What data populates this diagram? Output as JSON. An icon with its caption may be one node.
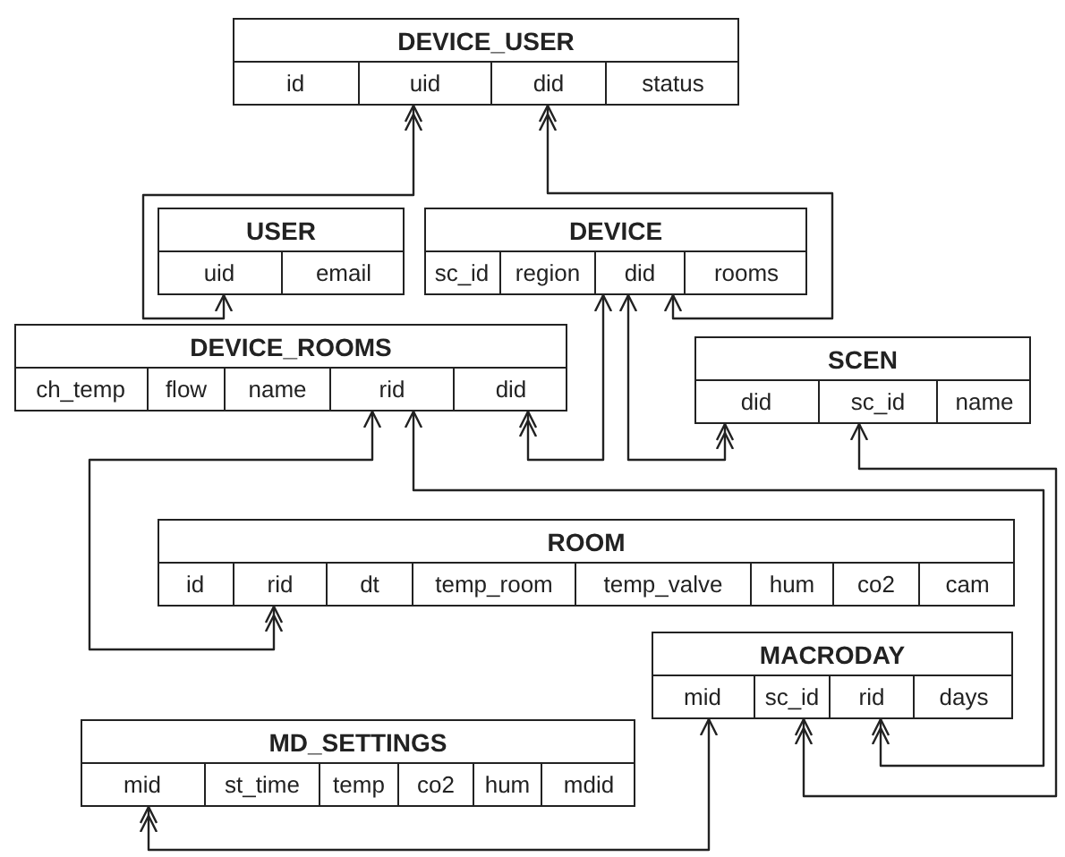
{
  "diagram": {
    "nodes": [
      {
        "text": [
          "DEVICE_USER"
        ]
      },
      {
        "text": [
          "id"
        ],
        "in": 0
      },
      {
        "text": [
          "uid"
        ],
        "in": 0
      },
      {
        "text": [
          "did"
        ],
        "in": 0
      },
      {
        "text": [
          "status"
        ],
        "in": 0
      },
      {
        "text": [
          "USER"
        ]
      },
      {
        "text": [
          "uid"
        ],
        "in": 5
      },
      {
        "text": [
          "email"
        ],
        "in": 5
      },
      {
        "text": [
          "DEVICE"
        ]
      },
      {
        "text": [
          "sc_id"
        ],
        "in": 8
      },
      {
        "text": [
          "region"
        ],
        "in": 8
      },
      {
        "text": [
          "did"
        ],
        "in": 8
      },
      {
        "text": [
          "rooms"
        ],
        "in": 8
      },
      {
        "text": [
          "DEVICE_ROOMS"
        ]
      },
      {
        "text": [
          "ch_temp"
        ],
        "in": 13
      },
      {
        "text": [
          "flow"
        ],
        "in": 13
      },
      {
        "text": [
          "name"
        ],
        "in": 13
      },
      {
        "text": [
          "rid"
        ],
        "in": 13
      },
      {
        "text": [
          "did"
        ],
        "in": 13
      },
      {
        "text": [
          "SCEN"
        ]
      },
      {
        "text": [
          "did"
        ],
        "in": 19
      },
      {
        "text": [
          "sc_id"
        ],
        "in": 19
      },
      {
        "text": [
          "name"
        ],
        "in": 19
      },
      {
        "text": [
          "ROOM"
        ]
      },
      {
        "text": [
          "id"
        ],
        "in": 23
      },
      {
        "text": [
          "rid"
        ],
        "in": 23
      },
      {
        "text": [
          "dt"
        ],
        "in": 23
      },
      {
        "text": [
          "temp_room"
        ],
        "in": 23
      },
      {
        "text": [
          "temp_valve"
        ],
        "in": 23
      },
      {
        "text": [
          "hum"
        ],
        "in": 23
      },
      {
        "text": [
          "co2"
        ],
        "in": 23
      },
      {
        "text": [
          "cam"
        ],
        "in": 23
      },
      {
        "text": [
          "MACRODAY"
        ]
      },
      {
        "text": [
          "mid"
        ],
        "in": 32
      },
      {
        "text": [
          "sc_id"
        ],
        "in": 32
      },
      {
        "text": [
          "rid"
        ],
        "in": 32
      },
      {
        "text": [
          "days"
        ],
        "in": 32
      },
      {
        "text": [
          "MD_SETTINGS"
        ]
      },
      {
        "text": [
          "mid"
        ],
        "in": 37
      },
      {
        "text": [
          "st_time"
        ],
        "in": 37
      },
      {
        "text": [
          "temp"
        ],
        "in": 37
      },
      {
        "text": [
          "co2"
        ],
        "in": 37
      },
      {
        "text": [
          "hum"
        ],
        "in": 37
      },
      {
        "text": [
          "mdid"
        ],
        "in": 37
      }
    ],
    "edges": [
      {
        "from": 6,
        "to": 2,
        "arrow": "both"
      },
      {
        "from": 11,
        "to": 3,
        "arrow": "both"
      },
      {
        "from": 11,
        "to": 18,
        "arrow": "both"
      },
      {
        "from": 11,
        "to": 20,
        "arrow": "both"
      },
      {
        "from": 21,
        "to": 34,
        "arrow": "both"
      },
      {
        "from": 17,
        "to": 35,
        "arrow": "both"
      },
      {
        "from": 17,
        "to": 25,
        "arrow": "both"
      },
      {
        "from": 33,
        "to": 38,
        "arrow": "both"
      }
    ]
  }
}
